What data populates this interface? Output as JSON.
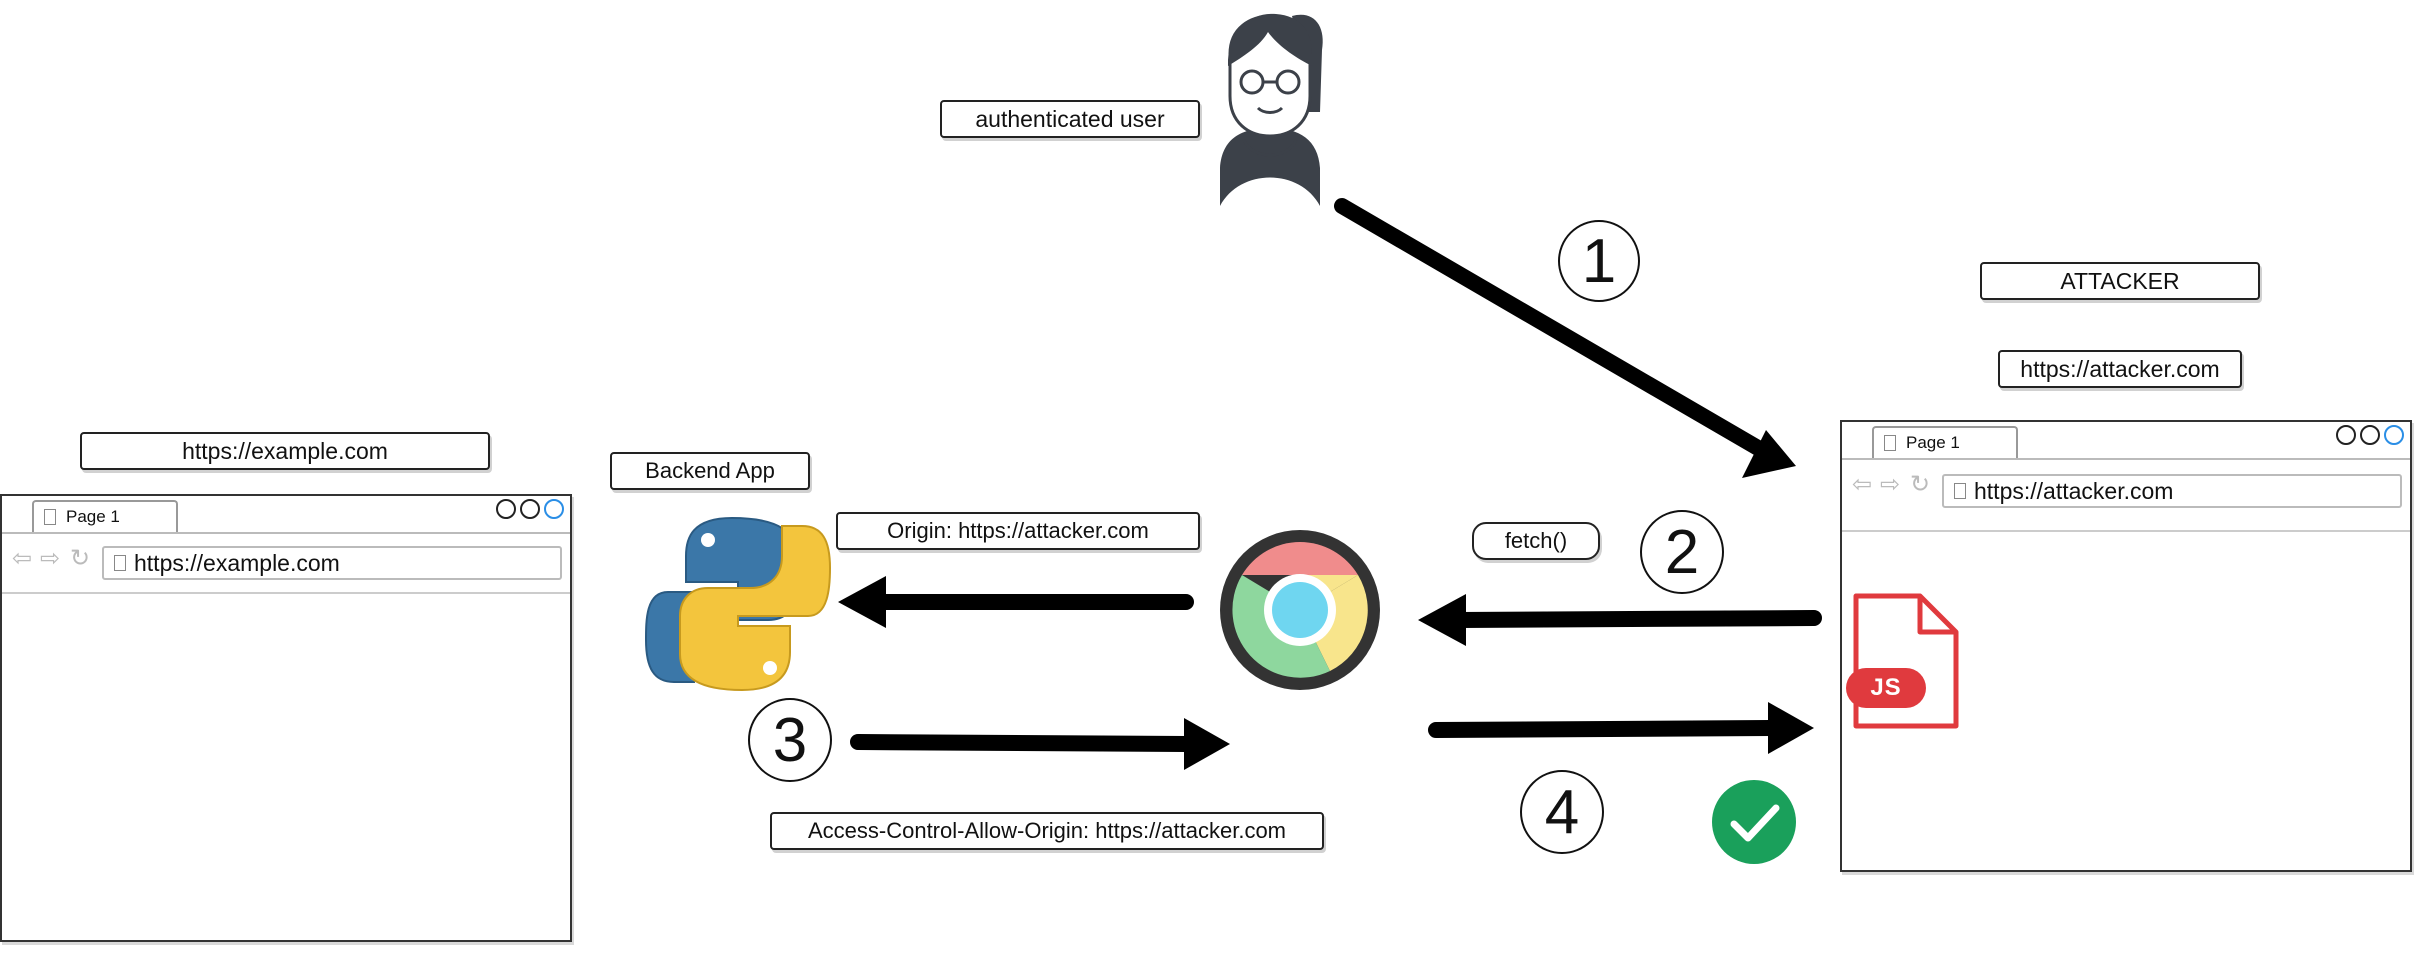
{
  "labels": {
    "authenticated_user": "authenticated user",
    "attacker": "ATTACKER",
    "attacker_url": "https://attacker.com",
    "example_url": "https://example.com",
    "backend_app": "Backend App",
    "origin_header": "Origin: https://attacker.com",
    "fetch_call": "fetch()",
    "acao_header": "Access-Control-Allow-Origin: https://attacker.com"
  },
  "browser_left": {
    "tab_label": "Page 1",
    "url": "https://example.com"
  },
  "browser_right": {
    "tab_label": "Page 1",
    "url": "https://attacker.com"
  },
  "js_file": {
    "badge": "JS"
  },
  "steps": [
    "1",
    "2",
    "3",
    "4"
  ],
  "icons": {
    "user": "user-avatar-icon",
    "python": "python-logo-icon",
    "browser": "chrome-browser-icon",
    "js": "js-file-icon",
    "success": "checkmark-icon"
  },
  "colors": {
    "js_red": "#e03a3e",
    "check_green": "#1aa05b",
    "python_blue": "#3b77a8",
    "python_yellow": "#f3c53d",
    "chrome_red": "#f08c8c",
    "chrome_green": "#8ed79e",
    "chrome_yellow": "#f8e58c",
    "chrome_center": "#6fd6f0"
  }
}
